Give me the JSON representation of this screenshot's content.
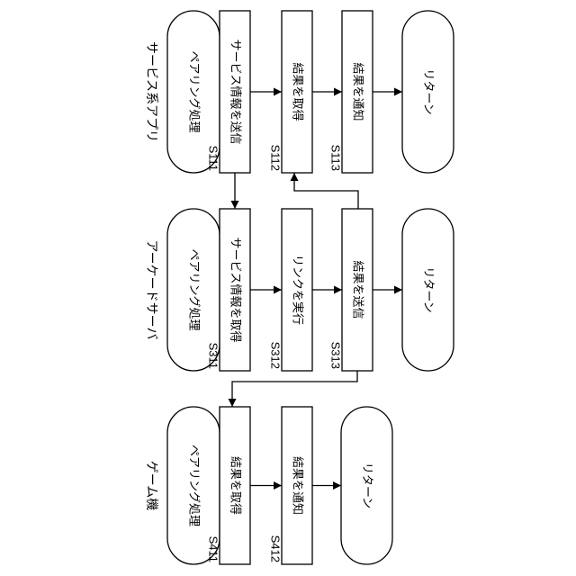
{
  "lanes": [
    {
      "title": "サービス系アプリ",
      "nodes": [
        {
          "id": "p1",
          "text": "ペアリング処理",
          "shape": "terminal"
        },
        {
          "id": "s111",
          "text": "サービス情報を送信",
          "shape": "process",
          "step": "S111"
        },
        {
          "id": "s112",
          "text": "結果を取得",
          "shape": "process",
          "step": "S112"
        },
        {
          "id": "s113",
          "text": "結果を通知",
          "shape": "process",
          "step": "S113"
        },
        {
          "id": "r1",
          "text": "リターン",
          "shape": "terminal"
        }
      ]
    },
    {
      "title": "アーケードサーバ",
      "nodes": [
        {
          "id": "p3",
          "text": "ペアリング処理",
          "shape": "terminal"
        },
        {
          "id": "s311",
          "text": "サービス情報を取得",
          "shape": "process",
          "step": "S311"
        },
        {
          "id": "s312",
          "text": "リンクを実行",
          "shape": "process",
          "step": "S312"
        },
        {
          "id": "s313",
          "text": "結果を送信",
          "shape": "process",
          "step": "S313"
        },
        {
          "id": "r3",
          "text": "リターン",
          "shape": "terminal"
        }
      ]
    },
    {
      "title": "ゲーム機",
      "nodes": [
        {
          "id": "p4",
          "text": "ペアリング処理",
          "shape": "terminal"
        },
        {
          "id": "s411",
          "text": "結果を取得",
          "shape": "process",
          "step": "S411"
        },
        {
          "id": "s412",
          "text": "結果を通知",
          "shape": "process",
          "step": "S412"
        },
        {
          "id": "r4",
          "text": "リターン",
          "shape": "terminal"
        }
      ]
    }
  ],
  "edges": [
    [
      "p1",
      "s111"
    ],
    [
      "s111",
      "s112"
    ],
    [
      "s112",
      "s113"
    ],
    [
      "s113",
      "r1"
    ],
    [
      "p3",
      "s311"
    ],
    [
      "s311",
      "s312"
    ],
    [
      "s312",
      "s313"
    ],
    [
      "s313",
      "r3"
    ],
    [
      "p4",
      "s411"
    ],
    [
      "s411",
      "s412"
    ],
    [
      "s412",
      "r4"
    ],
    [
      "s111",
      "s311"
    ],
    [
      "s313",
      "s112"
    ],
    [
      "s313",
      "s411"
    ]
  ]
}
